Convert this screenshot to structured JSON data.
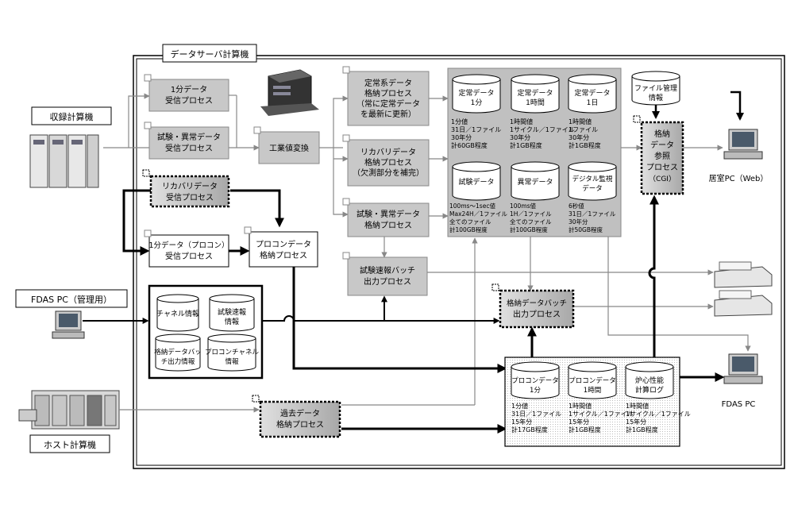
{
  "outer_title": "データサーバ計算機",
  "external": {
    "shuroku": "収録計算機",
    "fdas_admin": "FDAS PC（管理用）",
    "host": "ホスト計算機",
    "kyoshitsu": "居室PC（Web）",
    "fdas_pc": "FDAS PC"
  },
  "processes": {
    "p1": [
      "1分データ",
      "受信プロセス"
    ],
    "p2": [
      "試験・異常データ",
      "受信プロセス"
    ],
    "p3": [
      "リカバリデータ",
      "受信プロセス"
    ],
    "p4": [
      "1分データ（プロコン）",
      "受信プロセス"
    ],
    "p5": [
      "プロコンデータ",
      "格納プロセス"
    ],
    "kogyo": "工業値変換",
    "s1": [
      "定常系データ",
      "格納プロセス",
      "（常に定常データ",
      "を最新に更新）"
    ],
    "s2": [
      "リカバリデータ",
      "格納プロセス",
      "（欠測部分を補完）"
    ],
    "s3": [
      "試験・異常データ",
      "格納プロセス"
    ],
    "batch1": [
      "試験速報バッチ",
      "出力プロセス"
    ],
    "batch2": [
      "格納データバッチ",
      "出力プロセス"
    ],
    "kako": [
      "過去データ",
      "格納プロセス"
    ],
    "cgi": [
      "格納",
      "データ",
      "参照",
      "プロセス",
      "（CGI）"
    ]
  },
  "file_kanri": [
    "ファイル管理",
    "情報"
  ],
  "config_db": {
    "d1": [
      "チャネル情報"
    ],
    "d2": [
      "試験速報",
      "情報"
    ],
    "d3": [
      "格納データバッ",
      "チ出力情報"
    ],
    "d4": [
      "プロコンチャネル",
      "情報"
    ]
  },
  "storage": {
    "teijo1": {
      "name": [
        "定常データ",
        "1分"
      ],
      "desc": [
        "1分値",
        "31日／1ファイル",
        "30年分",
        "計60GB程度"
      ]
    },
    "teijo2": {
      "name": [
        "定常データ",
        "1時間"
      ],
      "desc": [
        "1時間値",
        "1サイクル／1ファイル",
        "30年分",
        "計1GB程度"
      ]
    },
    "teijo3": {
      "name": [
        "定常データ",
        "1日"
      ],
      "desc": [
        "1時間値",
        "1ファイル",
        "30年分",
        "計1GB程度"
      ]
    },
    "shiken": {
      "name": [
        "試験データ"
      ],
      "desc": [
        "100ms～1sec値",
        "Max24H／1ファイル",
        "全てのファイル",
        "計100GB程度"
      ]
    },
    "ijo": {
      "name": [
        "異常データ"
      ],
      "desc": [
        "100ms値",
        "1H／1ファイル",
        "全てのファイル",
        "計100GB程度"
      ]
    },
    "digital": {
      "name": [
        "デジタル監視",
        "データ"
      ],
      "desc": [
        "6秒値",
        "31日／1ファイル",
        "30年分",
        "計50GB程度"
      ]
    }
  },
  "procon_storage": {
    "pc1": {
      "name": [
        "プロコンデータ",
        "1分"
      ],
      "desc": [
        "1分値",
        "31日／1ファイル",
        "15年分",
        "計17GB程度"
      ]
    },
    "pc2": {
      "name": [
        "プロコンデータ",
        "1時間"
      ],
      "desc": [
        "1時間値",
        "1サイクル／1ファイル",
        "15年分",
        "計1GB程度"
      ]
    },
    "pc3": {
      "name": [
        "炉心性能",
        "計算ログ"
      ],
      "desc": [
        "1時間値",
        "1サイクル／1ファイル",
        "15年分",
        "計1GB程度"
      ]
    }
  }
}
